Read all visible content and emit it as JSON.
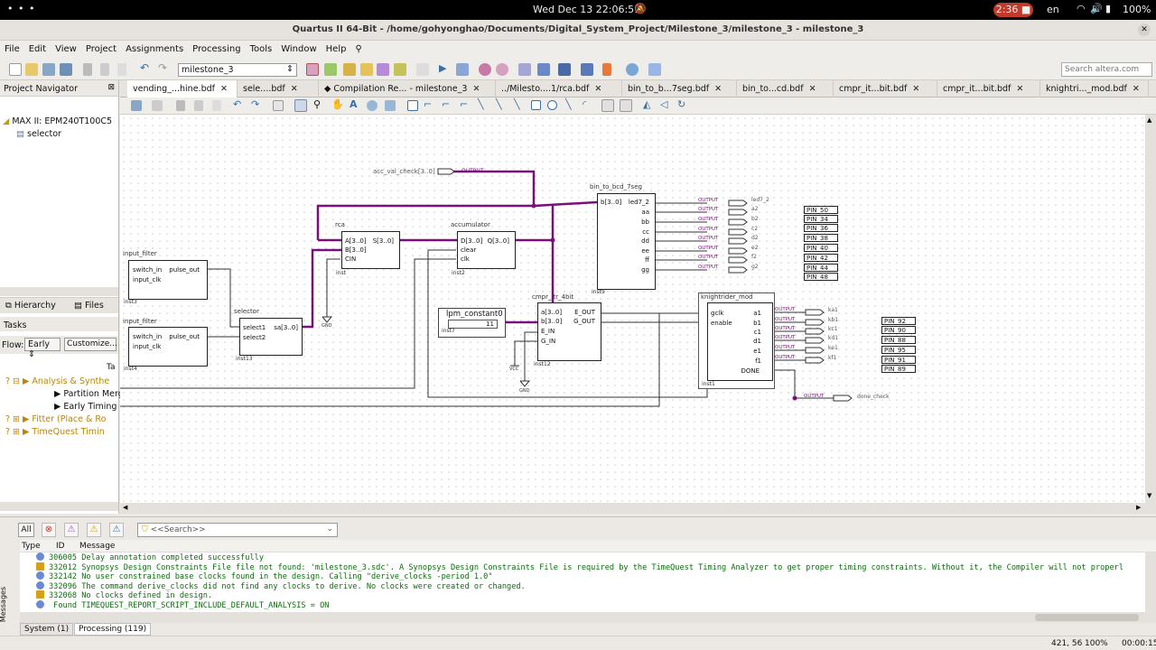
{
  "system_bar": {
    "activities": "• • •",
    "datetime": "Wed Dec 13  22:06:51",
    "recording": "2:36",
    "lang": "en",
    "battery": "100%"
  },
  "window": {
    "title": "Quartus II 64-Bit - /home/gohyonghao/Documents/Digital_System_Project/Milestone_3/milestone_3 - milestone_3"
  },
  "menu": [
    "File",
    "Edit",
    "View",
    "Project",
    "Assignments",
    "Processing",
    "Tools",
    "Window",
    "Help"
  ],
  "toolbar": {
    "project_select": "milestone_3",
    "search_placeholder": "Search altera.com"
  },
  "project_navigator": {
    "title": "Project Navigator",
    "device": "MAX II: EPM240T100C5",
    "entity": "selector",
    "tabs": [
      "Hierarchy",
      "Files"
    ]
  },
  "tasks": {
    "title": "Tasks",
    "flow_label": "Flow:",
    "flow_value": "Early",
    "customize": "Customize...",
    "col": "Ta",
    "rows": [
      "Analysis & Synthe",
      "Partition Merg",
      "Early Timing E",
      "Fitter (Place & Ro",
      "TimeQuest Timin"
    ]
  },
  "tabs": [
    "vending_...hine.bdf",
    "sele....bdf",
    "Compilation Re... - milestone_3",
    "../Milesto....1/rca.bdf",
    "bin_to_b...7seg.bdf",
    "bin_to...cd.bdf",
    "cmpr_it...bit.bdf",
    "cmpr_it...bit.bdf",
    "knightri..._mod.bdf"
  ],
  "schematic": {
    "acc_check": "acc_val_check[3..0]",
    "output_tag": "OUTPUT",
    "input_filter_1": {
      "name": "input_filter",
      "in1": "switch_in",
      "in2": "input_clk",
      "out": "pulse_out",
      "inst": "inst3"
    },
    "input_filter_2": {
      "name": "input_filter",
      "in1": "switch_in",
      "in2": "input_clk",
      "out": "pulse_out",
      "inst": "inst4"
    },
    "selector": {
      "name": "selector",
      "in1": "select1",
      "in2": "select2",
      "out": "sa[3..0]",
      "inst": "inst13"
    },
    "rca": {
      "name": "rca",
      "a": "A[3..0]",
      "b": "B[3..0]",
      "cin": "CIN",
      "s": "S[3..0]",
      "inst": "inst"
    },
    "accumulator": {
      "name": "accumulator",
      "d": "D[3..0]",
      "clear": "clear",
      "clk": "clk",
      "q": "Q[3..0]",
      "inst": "inst2"
    },
    "bin_to_bcd": {
      "name": "bin_to_bcd_7seg",
      "b": "b[3..0]",
      "outs": [
        "led7_2",
        "aa",
        "bb",
        "cc",
        "dd",
        "ee",
        "ff",
        "gg"
      ],
      "inst": "inst9"
    },
    "seg_labels": [
      "led7_2",
      "a2",
      "b2",
      "c2",
      "d2",
      "e2",
      "f2",
      "g2"
    ],
    "seg_pins": [
      "PIN_50",
      "PIN_34",
      "PIN_36",
      "PIN_38",
      "PIN_40",
      "PIN_42",
      "PIN_44",
      "PIN_48"
    ],
    "lpm": {
      "name": "lpm_constant0",
      "value": "11",
      "inst": "inst7"
    },
    "cmpr": {
      "name": "cmpr_itr_4bit",
      "a": "a[3..0]",
      "b": "b[3..0]",
      "e_in": "E_IN",
      "g_in": "G_IN",
      "e_out": "E_OUT",
      "g_out": "G_OUT",
      "inst": "inst12"
    },
    "gnd": "GND",
    "vcc": "VCC",
    "knight": {
      "name": "knightrider_mod",
      "gclk": "gclk",
      "enable": "enable",
      "outs": [
        "a1",
        "b1",
        "c1",
        "d1",
        "e1",
        "f1"
      ],
      "done": "DONE",
      "inst": "inst1"
    },
    "k_labels": [
      "ka1",
      "kb1",
      "kc1",
      "kd1",
      "ke1",
      "kf1"
    ],
    "k_pins": [
      "PIN_92",
      "PIN_90",
      "PIN_88",
      "PIN_95",
      "PIN_91",
      "PIN_89"
    ],
    "done_check": "done_check"
  },
  "messages": {
    "all_label": "All",
    "search_placeholder": "<<Search>>",
    "cols": [
      "Type",
      "ID",
      "Message"
    ],
    "rows": [
      {
        "type": "info",
        "text": "306005 Delay annotation completed successfully"
      },
      {
        "type": "warn",
        "text": "332012 Synopsys Design Constraints File file not found: 'milestone_3.sdc'. A Synopsys Design Constraints File is required by the TimeQuest Timing Analyzer to get proper timing constraints. Without it, the Compiler will not properl"
      },
      {
        "type": "info",
        "text": "332142 No user constrained base clocks found in the design. Calling \"derive_clocks -period 1.0\""
      },
      {
        "type": "info",
        "text": "332096 The command derive_clocks did not find any clocks to derive.  No clocks were created or changed."
      },
      {
        "type": "warn",
        "text": "332068 No clocks defined in design."
      },
      {
        "type": "info",
        "text": "       Found TIMEQUEST_REPORT_SCRIPT_INCLUDE_DEFAULT_ANALYSIS = ON"
      }
    ],
    "side_label": "Messages",
    "tabs": [
      "System (1)",
      "Processing (119)"
    ]
  },
  "status": {
    "coords": "421, 56",
    "zoom": "100%",
    "time": "00:00:15"
  },
  "colors": {
    "bus": "#7a0f7a",
    "wire": "#333333",
    "output_tag": "#7a0f7a",
    "msg_text": "#0a6e0a",
    "task_text": "#b8860b"
  }
}
